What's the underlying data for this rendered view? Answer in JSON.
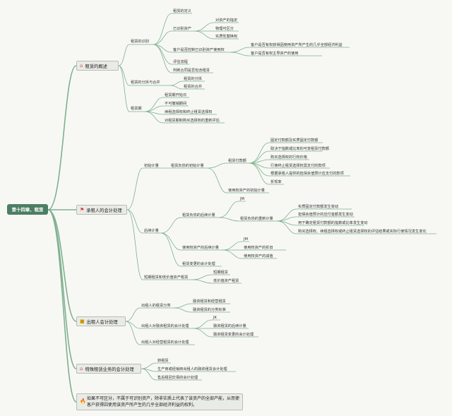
{
  "root": "第十四章、租赁",
  "icons": {
    "house": "house-icon",
    "flag": "red-flag-icon",
    "flame": "flame-icon"
  },
  "colors": {
    "branch": "#7fb08f",
    "root": "#4c7e63",
    "main_bg": "#e9ebe6"
  },
  "m1": {
    "label": "租赁的概述",
    "identify": {
      "label": "租赁的识别",
      "items": [
        "租赁的定义",
        "已识别资产",
        "客户是否控制已识别资产使用权",
        "评估流程",
        "判断合同是否包含租赁"
      ],
      "asset_sub": [
        "对资产的指定",
        "物理可区分",
        "实质性替换权"
      ],
      "control_sub": [
        "客户是否有权获得因使用资产所产生的几乎全部经济利益",
        "客户是否有权主导资产的使用"
      ]
    },
    "split": {
      "label": "租赁的分拆与合并",
      "items": [
        "租赁的分拆",
        "租赁的合并"
      ]
    },
    "term": {
      "label": "租赁期",
      "items": [
        "租赁期开始日",
        "不可撤销期间",
        "续租选择权和终止租赁选择权",
        "对租赁期和购买选择权的重新评估"
      ]
    }
  },
  "m2": {
    "label": "承租人的会计处理",
    "init": {
      "label": "初始计量",
      "liab": "租赁负债的初始计量",
      "pay": "租赁付款额",
      "pay_items": [
        "固定付款额及实质固定付款额",
        "取决于指数或比率的可变租赁付款额",
        "购买选择权的行权价格",
        "行使终止租赁选择权需支付的款项",
        "根据承租人提供的担保余值预计应支付的款项",
        "折现率"
      ],
      "rou": "使用权资产的初始计量"
    },
    "sub": {
      "label": "后续计量",
      "liab": "租赁负债的后续计量",
      "liab_items": [
        "JM",
        "租赁负债的重新计量"
      ],
      "remeasure": [
        "实质固定付款额发生变动",
        "担保余值预计的应付金额发生变动",
        "用于确定租赁付款额的指数或比率发生变动",
        "购买选择权、续租选择权或终止租赁选择权的评估结果或实际行使情况发生变化"
      ],
      "rou": "使用权资产的后续计量",
      "rou_items": [
        "JM",
        "使用权资产的折旧",
        "使用权资产的减值"
      ],
      "change": "租赁变更的会计处理"
    },
    "short": {
      "label": "短期租赁和低价值资产租赁",
      "items": [
        "短期租赁",
        "低价值资产租赁"
      ]
    }
  },
  "m3": {
    "label": "出租人会计处理",
    "cls": {
      "label": "出租人的租赁分类",
      "items": [
        "融资租赁和经营租赁",
        "融资租赁的分类标准"
      ]
    },
    "fin": {
      "label": "出租人对融资租赁的会计处理",
      "items": [
        "JK",
        "融资租赁的后续计量",
        "融资租赁变更的会计处理"
      ]
    },
    "op": "出租人对经营租赁的会计处理"
  },
  "m4": {
    "label": "特殊租赁业务的会计处理",
    "items": [
      "转租赁",
      "生产商或经销商出租人的融资租赁会计处理",
      "售后租回交易的会计处理"
    ]
  },
  "note": "如果不可区分，不属于可识别资产，除非实质上代表了该资产的全部产能，从而使客户获得因使用该资产所产生的几乎全部经济利益的权利。"
}
